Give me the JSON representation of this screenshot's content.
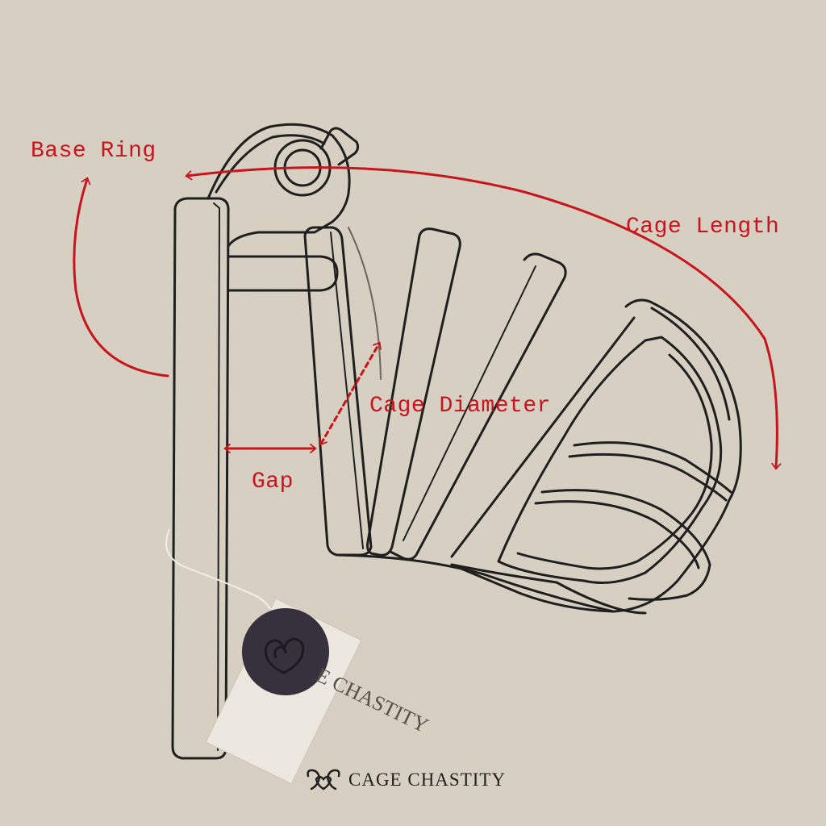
{
  "labels": {
    "base_ring": "Base Ring",
    "cage_length": "Cage Length",
    "cage_diameter": "Cage Diameter",
    "gap": "Gap"
  },
  "tag": {
    "text": "E CHASTITY"
  },
  "brand": {
    "name": "CAGE CHASTITY",
    "logo_icon": "hearts-logo-icon"
  },
  "colors": {
    "background": "#d9d2c4",
    "annotation": "#c8141c",
    "line_art": "#1f1f1f",
    "wax_seal": "#3e3844"
  }
}
